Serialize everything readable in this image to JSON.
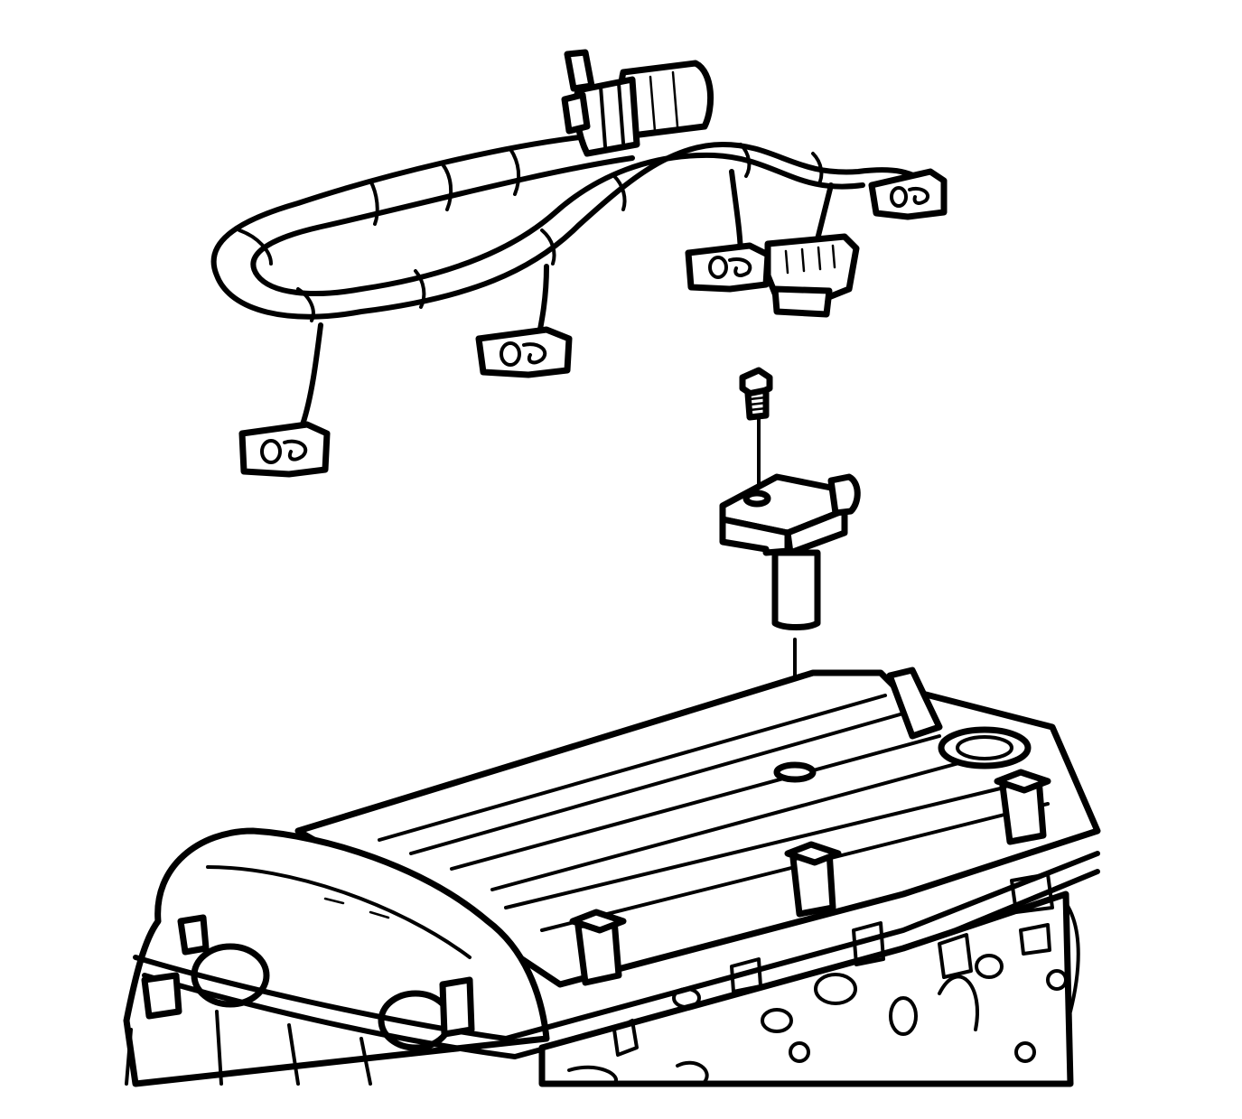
{
  "figure": {
    "line_color": "#000000",
    "background_color": "#ffffff",
    "components": {
      "wiring_harness": "wiring-harness",
      "injector_connectors": [
        "injector-connector-1",
        "injector-connector-2",
        "injector-connector-3",
        "injector-connector-4"
      ],
      "main_connector": "harness-main-connector",
      "sensor_connector": "sensor-harness-connector",
      "bolt": "sensor-bolt",
      "sensor": "camshaft-position-sensor",
      "guide_line": "installation-guide-line",
      "engine": "engine-cylinder-head"
    }
  }
}
